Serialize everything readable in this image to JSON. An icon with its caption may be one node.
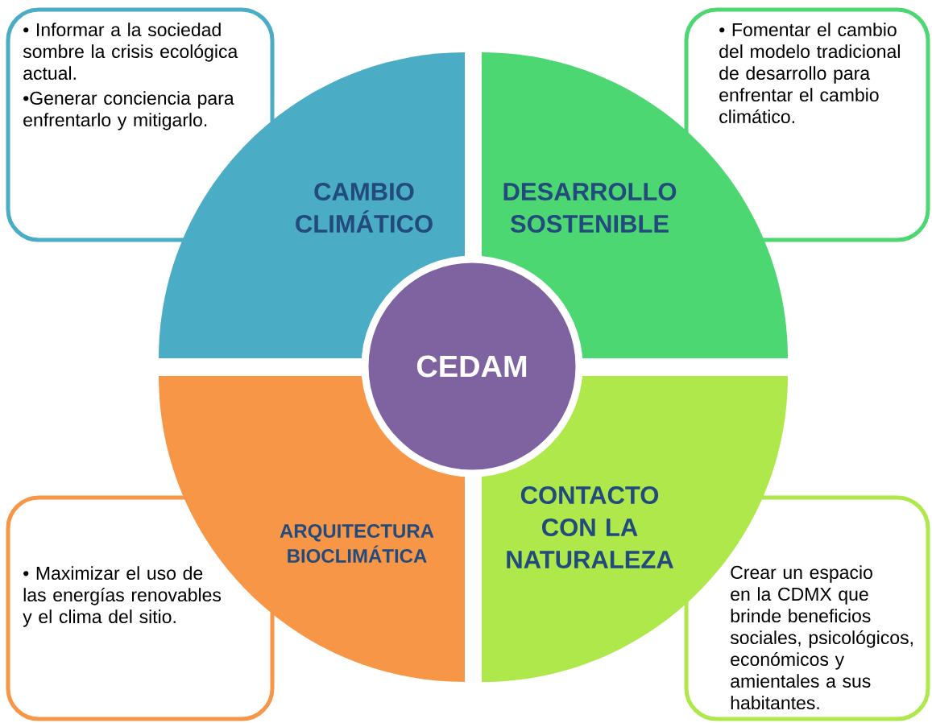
{
  "diagram": {
    "nodes": [
      {
        "text": [
          "• Informar a la sociedad sombre la crisis ecológica actual.",
          "•Generar conciencia para enfrentarlo y mitigarlo."
        ]
      },
      {
        "text": [
          "• Fomentar el cambio del modelo tradicional de desarrollo para enfrentar el cambio climático."
        ]
      },
      {
        "text": [
          "• Maximizar el uso de las energías renovables y el clima del sitio."
        ]
      },
      {
        "text": [
          "Crear un espacio en la CDMX que brinde beneficios sociales, psicológicos, económicos y amientales a sus habitantes."
        ]
      },
      {
        "text": [
          "CAMBIO CLIMÁTICO"
        ]
      },
      {
        "text": [
          "DESARROLLO SOSTENIBLE"
        ]
      },
      {
        "text": [
          "ARQUITECTURA BIOCLIMÁTICA"
        ]
      },
      {
        "text": [
          "CONTACTO CON LA NATURALEZA"
        ]
      },
      {
        "text": [
          "CEDAM"
        ]
      }
    ]
  }
}
